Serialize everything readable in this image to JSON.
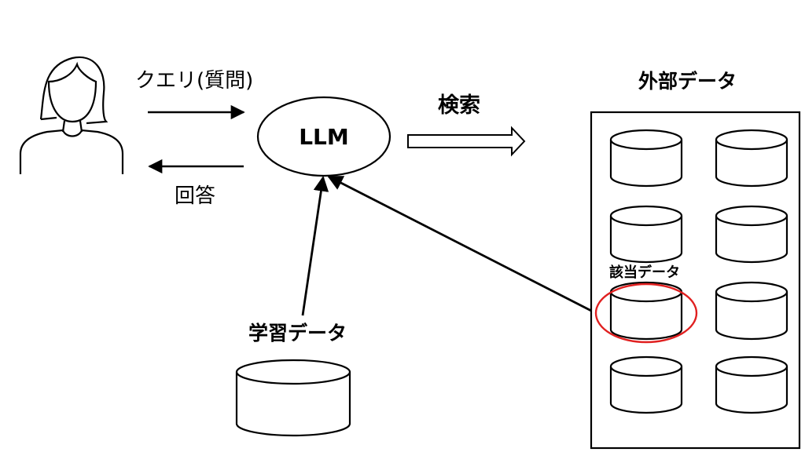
{
  "labels": {
    "query": "クエリ(質問)",
    "answer": "回答",
    "llm": "LLM",
    "search": "検索",
    "external_data": "外部データ",
    "matching_data": "該当データ",
    "training_data": "学習データ"
  },
  "icons": {
    "user": "person-icon",
    "database": "cylinder-icon"
  },
  "colors": {
    "line": "#000000",
    "highlight": "#e02020",
    "background": "#ffffff"
  }
}
